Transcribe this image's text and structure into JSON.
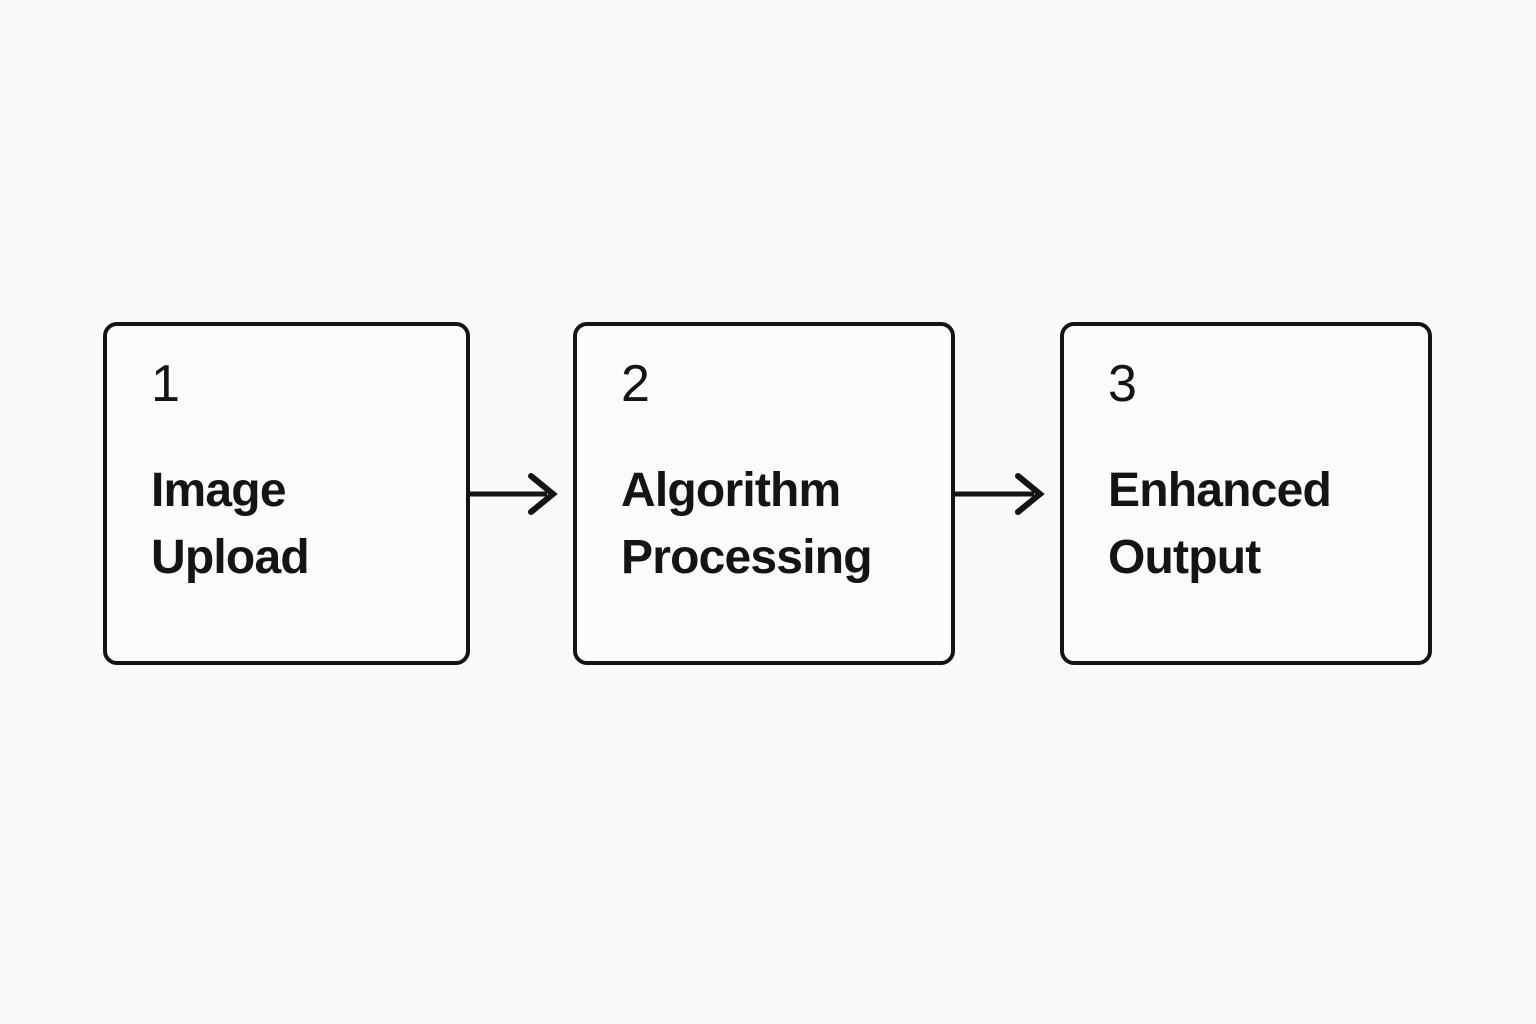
{
  "diagram": {
    "type": "process-flow",
    "orientation": "horizontal",
    "background_color": "#faf9f9",
    "box_fill_color": "#fbfbfb",
    "stroke_color": "#141414",
    "steps": [
      {
        "number": "1",
        "label": "Image\nUpload",
        "label_line_1": "Image",
        "label_line_2": "Upload"
      },
      {
        "number": "2",
        "label": "Algorithm\nProcessing",
        "label_line_1": "Algorithm",
        "label_line_2": "Processing"
      },
      {
        "number": "3",
        "label": "Enhanced\nOutput",
        "label_line_1": "Enhanced",
        "label_line_2": "Output"
      }
    ],
    "connectors": [
      {
        "from": "1",
        "to": "2",
        "icon": "arrow-right-icon"
      },
      {
        "from": "2",
        "to": "3",
        "icon": "arrow-right-icon"
      }
    ]
  }
}
